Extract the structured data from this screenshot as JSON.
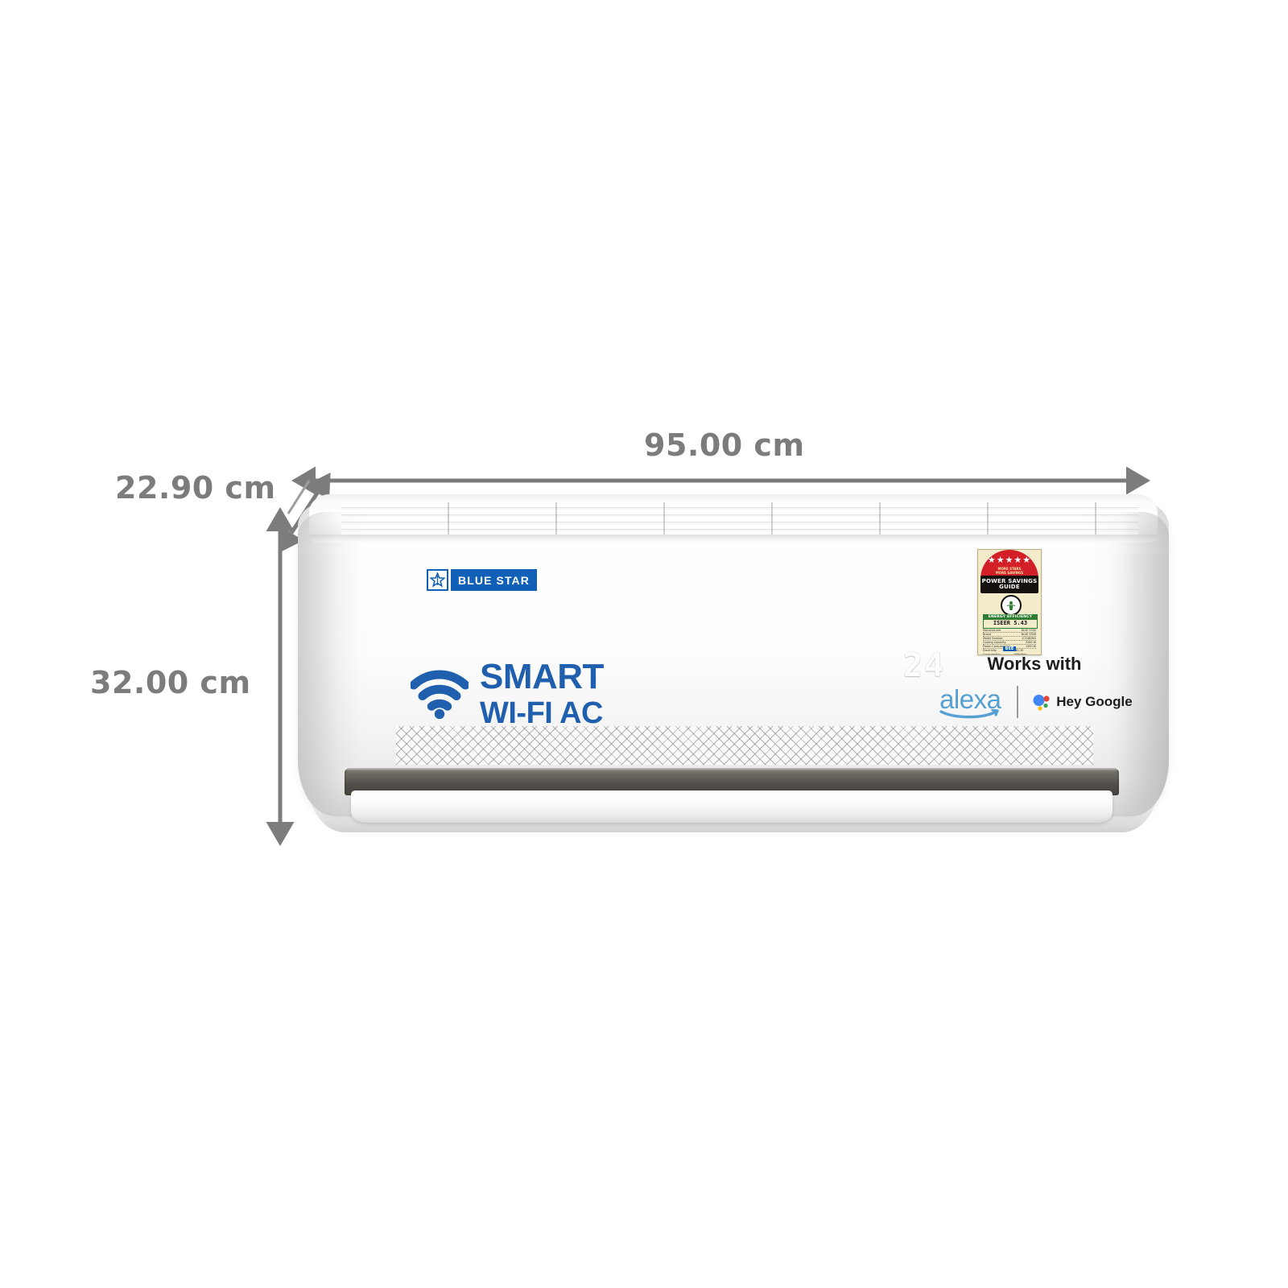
{
  "product": {
    "brand": "BLUE STAR",
    "type": "Split Air Conditioner Indoor Unit",
    "brand_mark_icon": "bluestar-star-icon"
  },
  "dimensions": {
    "width": {
      "value": "95.00 cm",
      "axis": "horizontal",
      "label_name": "width-dimension-label"
    },
    "depth": {
      "value": "22.90 cm",
      "axis": "diagonal",
      "label_name": "depth-dimension-label"
    },
    "height": {
      "value": "32.00 cm",
      "axis": "vertical",
      "label_name": "height-dimension-label"
    }
  },
  "unit_front": {
    "branding": {
      "smart_line1": "SMART",
      "smart_line2": "WI-FI AC",
      "wifi_icon": "wifi-signal-icon",
      "brand_color": "#1f5fad"
    },
    "display": {
      "temperature": "24",
      "style": "seven-segment"
    },
    "works_with": {
      "title": "Works with",
      "assistants": [
        {
          "name": "alexa",
          "icon": "amazon-alexa-logo",
          "color": "#57a0d3"
        },
        {
          "name": "Hey Google",
          "icon": "google-assistant-logo",
          "color": "#1d1d1d"
        }
      ],
      "divider": "vertical-divider"
    },
    "energy_label": {
      "stars": "★★★★★",
      "star_caption_line1": "MORE STARS",
      "star_caption_line2": "MORE SAVINGS",
      "band_line1": "POWER SAVINGS",
      "band_line2": "GUIDE",
      "efficiency_heading": "ENERGY EFFICIENCY",
      "efficiency_metric": "ISEER",
      "efficiency_value": "5.43",
      "efficiency_note": "(HIGHER THE ISEER VALUE, THE MORE EFFICIENT)",
      "spec_rows": [
        {
          "label": "Manufacturer",
          "value": "BLUE STAR"
        },
        {
          "label": "Brand",
          "value": "BLUE STAR"
        },
        {
          "label": "Model Number",
          "value": "IC318DNU"
        },
        {
          "label": "Cooling Capacity",
          "value": "5280 W"
        },
        {
          "label": "Power Consumption",
          "value": "1490 W"
        },
        {
          "label": "Electricity Consumption",
          "value": "961.30 kWh/Year"
        },
        {
          "label": "Compressor Type",
          "value": "ROTARY"
        },
        {
          "label": "Star Rating",
          "value": "5 Star"
        }
      ],
      "footer_mark": "BEE",
      "colors": {
        "arc": "#d21f28",
        "band": "#14110f",
        "body": "#f3eccb",
        "green": "#2e7d32"
      }
    },
    "components": [
      {
        "name": "top-intake-louvers"
      },
      {
        "name": "front-mesh-grille"
      },
      {
        "name": "air-outlet-cavity"
      },
      {
        "name": "swing-louver-blade"
      }
    ]
  },
  "theme": {
    "annotation_color": "#7c7c7c",
    "body_color": "#ffffff",
    "background": "#ffffff"
  }
}
